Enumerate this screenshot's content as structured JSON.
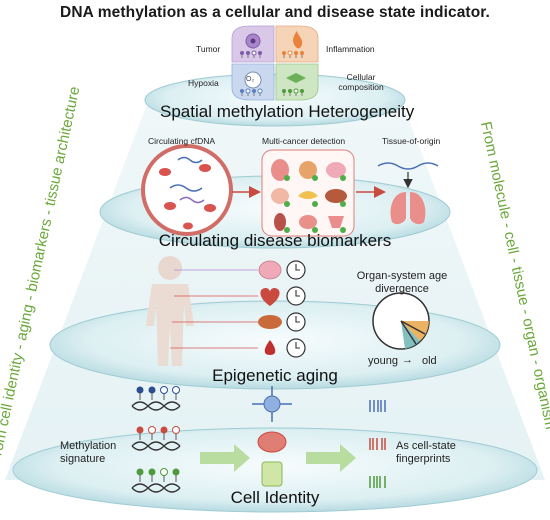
{
  "title": "DNA methylation as a cellular and disease state indicator.",
  "side_labels": {
    "left": "From cell identity - aging - biomarkers - tissue architecture",
    "right": "From molecule - cell - tissue - organ - organism"
  },
  "tiers": {
    "spatial": {
      "heading": "Spatial methylation Heterogeneity",
      "quadrants": [
        "Tumor",
        "Inflammation",
        "Hypoxia",
        "Cellular composition"
      ],
      "hypoxia_symbol": "O₂",
      "colors": [
        "#d9c8e8",
        "#f6d4b8",
        "#c9d8ee",
        "#cfe6c4"
      ]
    },
    "biomarkers": {
      "heading": "Circulating disease biomarkers",
      "circulating": "Circulating cfDNA",
      "multicancer": "Multi-cancer detection",
      "origin": "Tissue-of-origin"
    },
    "aging": {
      "heading": "Epigenetic aging",
      "divergence": "Organ-system age divergence",
      "young": "young",
      "arrow": "→",
      "old": "old",
      "organs": [
        "brain-icon",
        "heart-icon",
        "liver-icon",
        "blood-drop-icon"
      ]
    },
    "identity": {
      "heading": "Cell Identity",
      "signature": "Methylation signature",
      "fingerprints": "As cell-state fingerprints"
    }
  },
  "colors": {
    "accent_green": "#6aa83a",
    "disc_top": "#e8f4f6",
    "disc_edge": "#b9dde3",
    "red": "#c94a3f"
  }
}
